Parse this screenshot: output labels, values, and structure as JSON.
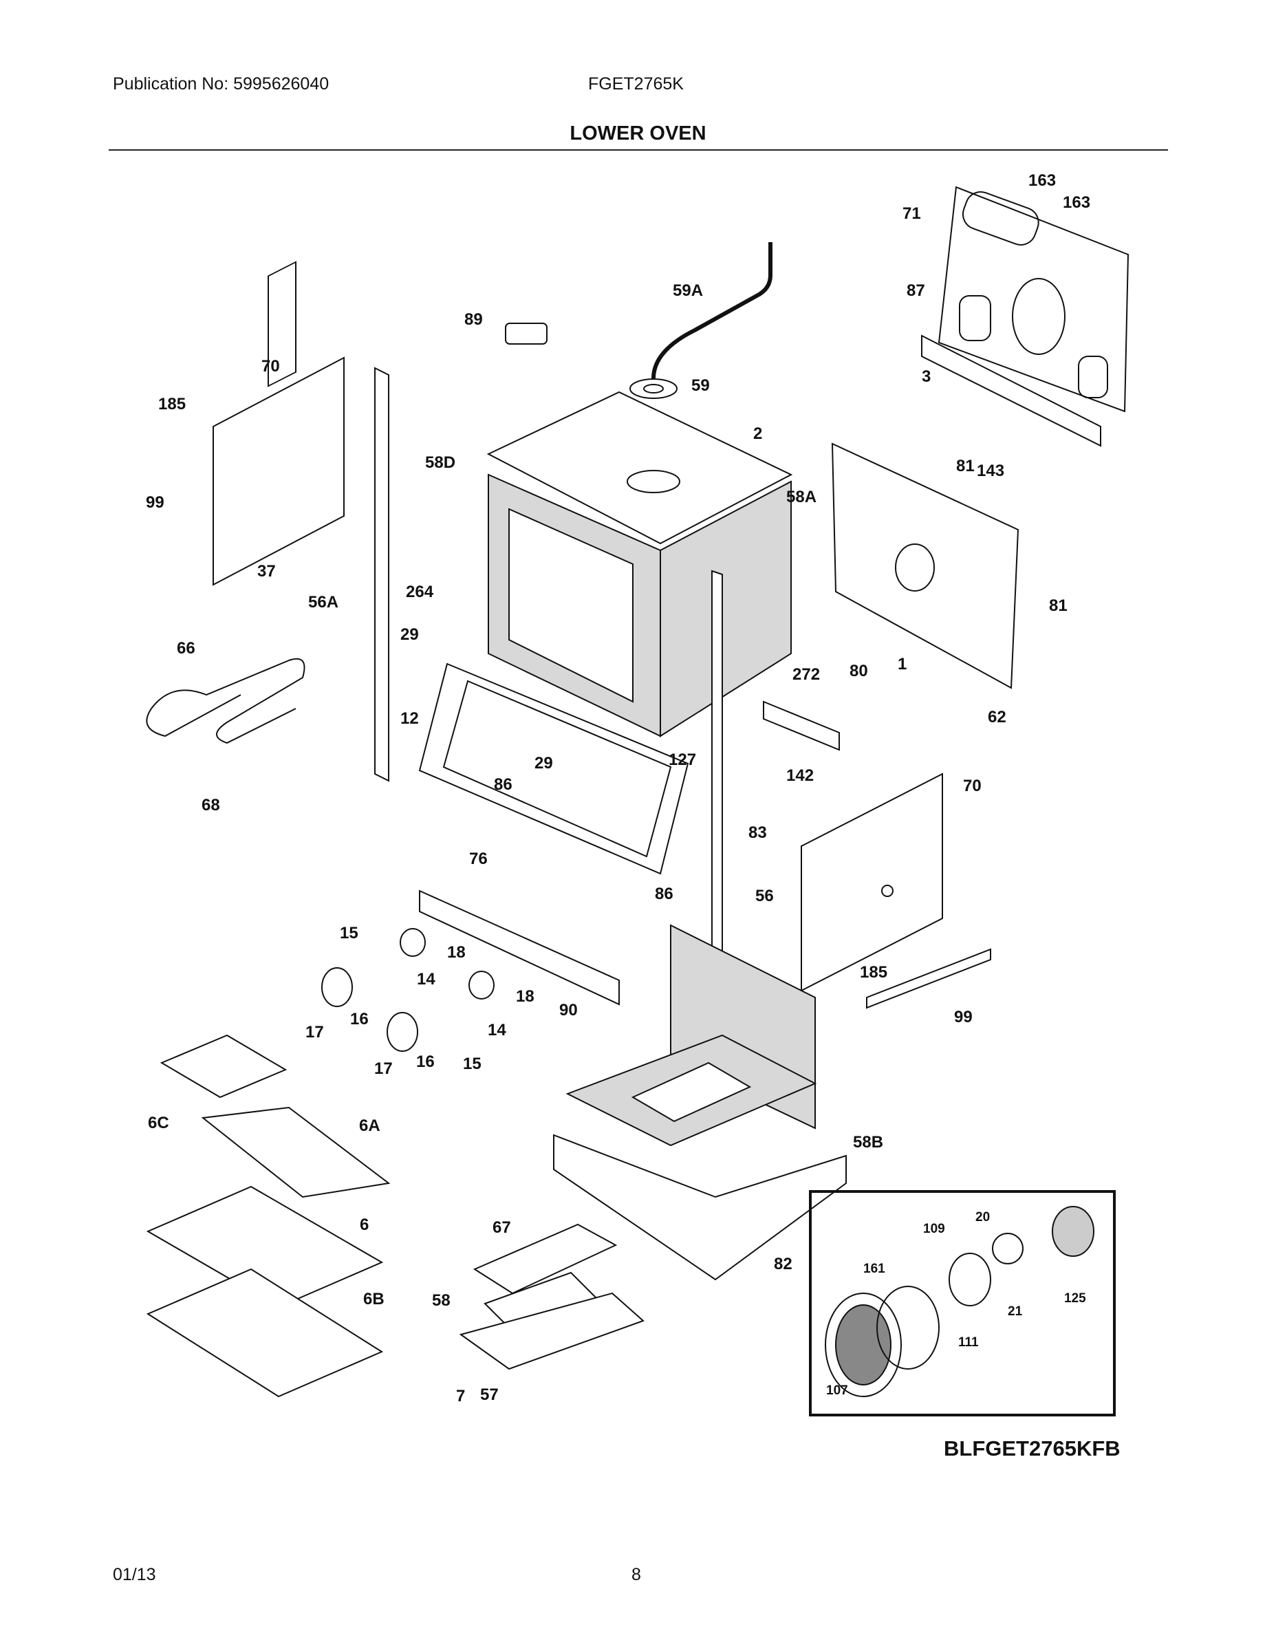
{
  "header": {
    "publication": "Publication No: 5995626040",
    "model": "FGET2765K",
    "section_title": "LOWER OVEN"
  },
  "diagram": {
    "labels": [
      "163",
      "163",
      "71",
      "59A",
      "87",
      "89",
      "3",
      "70",
      "59",
      "185",
      "2",
      "81",
      "143",
      "58D",
      "58A",
      "99",
      "81",
      "37",
      "264",
      "56A",
      "272",
      "80",
      "1",
      "66",
      "29",
      "62",
      "12",
      "142",
      "29",
      "127",
      "70",
      "86",
      "68",
      "83",
      "76",
      "86",
      "56",
      "15",
      "18",
      "14",
      "18",
      "185",
      "99",
      "17",
      "16",
      "14",
      "90",
      "17",
      "16",
      "15",
      "6C",
      "6A",
      "58B",
      "67",
      "6",
      "82",
      "58",
      "6B",
      "7",
      "57"
    ],
    "inset_labels": [
      "20",
      "109",
      "161",
      "125",
      "21",
      "111",
      "107"
    ],
    "figure_code": "BLFGET2765KFB"
  },
  "footer": {
    "date": "01/13",
    "page": "8"
  }
}
